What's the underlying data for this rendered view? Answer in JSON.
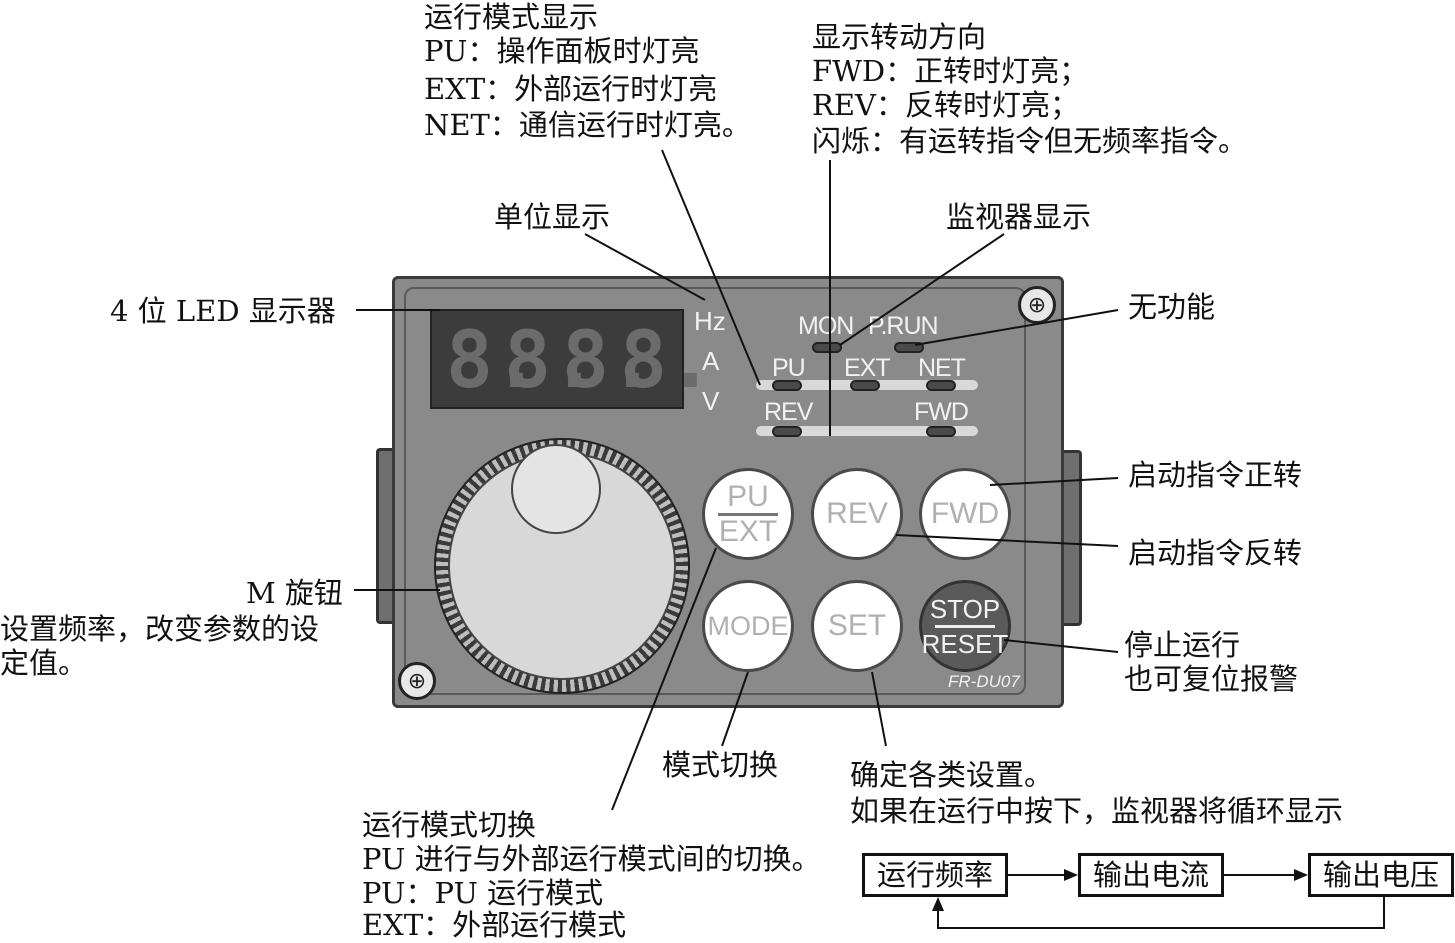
{
  "labels": {
    "run_mode_display": [
      "运行模式显示",
      "PU：操作面板时灯亮",
      "EXT：外部运行时灯亮",
      "NET：通信运行时灯亮。"
    ],
    "rotation_display": [
      "显示转动方向",
      "FWD：正转时灯亮；",
      "REV：反转时灯亮；",
      "闪烁：有运转指令但无频率指令。"
    ],
    "unit_display": "单位显示",
    "monitor_display": "监视器显示",
    "led_display": "4 位 LED 显示器",
    "no_function": "无功能",
    "start_forward": "启动指令正转",
    "start_reverse": "启动指令反转",
    "m_knob": [
      "M 旋钮",
      "设置频率，改变参数的设",
      "定值。"
    ],
    "stop_run": [
      "停止运行",
      "也可复位报警"
    ],
    "mode_switch": "模式切换",
    "confirm_settings": [
      "确定各类设置。",
      "如果在运行中按下，监视器将循环显示"
    ],
    "run_mode_switch": [
      "运行模式切换",
      "PU 进行与外部运行模式间的切换。",
      "PU：PU 运行模式",
      "EXT：外部运行模式"
    ]
  },
  "panel": {
    "display_digits": [
      "8.",
      "8.",
      "8.",
      "8."
    ],
    "units": [
      "Hz",
      "A",
      "V"
    ],
    "indicators": {
      "mon": "MON",
      "prun": "P.RUN",
      "pu": "PU",
      "ext": "EXT",
      "net": "NET",
      "rev": "REV",
      "fwd": "FWD"
    },
    "buttons": {
      "pu_top": "PU",
      "pu_bottom": "EXT",
      "rev": "REV",
      "fwd": "FWD",
      "mode": "MODE",
      "set": "SET",
      "stop_top": "STOP",
      "stop_bottom": "RESET"
    },
    "screw_glyph": "⊕",
    "model": "FR-DU07"
  },
  "flow": [
    "运行频率",
    "输出电流",
    "输出电压"
  ]
}
